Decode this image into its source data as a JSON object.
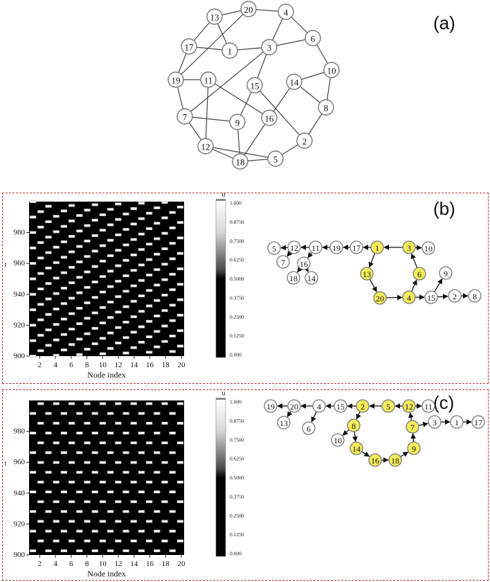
{
  "panels": {
    "a": {
      "label": "(a)"
    },
    "b": {
      "label": "(b)"
    },
    "c": {
      "label": "(c)"
    }
  },
  "colors": {
    "node_fill": "#ffffff",
    "node_stroke": "#777777",
    "highlight_fill": "#f4ec5c",
    "edge": "#444444",
    "arrow": "#111111",
    "box": "#c0302b"
  },
  "network": {
    "nodes": [
      "1",
      "2",
      "3",
      "4",
      "5",
      "6",
      "7",
      "8",
      "9",
      "10",
      "11",
      "12",
      "13",
      "14",
      "15",
      "16",
      "17",
      "18",
      "19",
      "20"
    ],
    "edges": [
      [
        "13",
        "20"
      ],
      [
        "20",
        "4"
      ],
      [
        "4",
        "6"
      ],
      [
        "6",
        "10"
      ],
      [
        "10",
        "8"
      ],
      [
        "8",
        "2"
      ],
      [
        "2",
        "5"
      ],
      [
        "5",
        "18"
      ],
      [
        "18",
        "12"
      ],
      [
        "12",
        "7"
      ],
      [
        "7",
        "19"
      ],
      [
        "19",
        "17"
      ],
      [
        "17",
        "13"
      ],
      [
        "13",
        "1"
      ],
      [
        "17",
        "1"
      ],
      [
        "20",
        "19"
      ],
      [
        "1",
        "3"
      ],
      [
        "3",
        "4"
      ],
      [
        "3",
        "6"
      ],
      [
        "3",
        "15"
      ],
      [
        "3",
        "7"
      ],
      [
        "19",
        "11"
      ],
      [
        "11",
        "12"
      ],
      [
        "11",
        "16"
      ],
      [
        "7",
        "9"
      ],
      [
        "9",
        "15"
      ],
      [
        "9",
        "18"
      ],
      [
        "15",
        "2"
      ],
      [
        "14",
        "16"
      ],
      [
        "14",
        "10"
      ],
      [
        "14",
        "8"
      ],
      [
        "16",
        "18"
      ],
      [
        "12",
        "5"
      ]
    ]
  },
  "chart_data": [
    {
      "type": "heatmap",
      "panel": "b",
      "title": "",
      "xlabel": "Node index",
      "ylabel": "t",
      "xlim": [
        1,
        20
      ],
      "ylim": [
        900,
        1000
      ],
      "xticks": [
        "2",
        "4",
        "6",
        "8",
        "10",
        "12",
        "14",
        "16",
        "18",
        "20"
      ],
      "yticks": [
        "900",
        "920",
        "940",
        "960",
        "980"
      ],
      "colorbar": {
        "label": "u",
        "ticks": [
          "1.000",
          "0.8750",
          "0.7500",
          "0.6250",
          "0.5000",
          "0.3750",
          "0.2500",
          "0.1250",
          "0.000"
        ]
      },
      "pattern": {
        "period": 10,
        "spikes_per_period": 20
      }
    },
    {
      "type": "heatmap",
      "panel": "c",
      "title": "",
      "xlabel": "Node index",
      "ylabel": "t",
      "xlim": [
        1,
        20
      ],
      "ylim": [
        900,
        1000
      ],
      "xticks": [
        "2",
        "4",
        "6",
        "8",
        "10",
        "12",
        "14",
        "16",
        "18",
        "20"
      ],
      "yticks": [
        "900",
        "920",
        "940",
        "960",
        "980"
      ],
      "colorbar": {
        "label": "u",
        "ticks": [
          "1.000",
          "0.8750",
          "0.7500",
          "0.6250",
          "0.5000",
          "0.3750",
          "0.2500",
          "0.1250",
          "0.000"
        ]
      },
      "pattern": {
        "period": 12.7,
        "spikes_per_period": 14
      }
    }
  ],
  "tree_b": {
    "cycle": [
      "1",
      "13",
      "20",
      "4",
      "6",
      "3"
    ],
    "arrows": [
      [
        "3",
        "1"
      ],
      [
        "1",
        "13"
      ],
      [
        "13",
        "20"
      ],
      [
        "20",
        "4"
      ],
      [
        "4",
        "6"
      ],
      [
        "6",
        "3"
      ],
      [
        "3",
        "10"
      ],
      [
        "4",
        "15"
      ],
      [
        "15",
        "2"
      ],
      [
        "2",
        "8"
      ],
      [
        "15",
        "9"
      ],
      [
        "1",
        "17"
      ],
      [
        "17",
        "19"
      ],
      [
        "19",
        "11"
      ],
      [
        "11",
        "12"
      ],
      [
        "12",
        "5"
      ],
      [
        "12",
        "7"
      ],
      [
        "11",
        "16"
      ],
      [
        "16",
        "18"
      ],
      [
        "16",
        "14"
      ]
    ]
  },
  "tree_c": {
    "cycle": [
      "2",
      "5",
      "12",
      "7",
      "9",
      "18",
      "16",
      "14",
      "8"
    ],
    "arrows": [
      [
        "12",
        "5"
      ],
      [
        "5",
        "2"
      ],
      [
        "2",
        "8"
      ],
      [
        "8",
        "14"
      ],
      [
        "14",
        "16"
      ],
      [
        "16",
        "18"
      ],
      [
        "18",
        "9"
      ],
      [
        "9",
        "7"
      ],
      [
        "7",
        "12"
      ],
      [
        "12",
        "11"
      ],
      [
        "7",
        "3"
      ],
      [
        "3",
        "1"
      ],
      [
        "1",
        "17"
      ],
      [
        "2",
        "15"
      ],
      [
        "15",
        "4"
      ],
      [
        "4",
        "20"
      ],
      [
        "4",
        "6"
      ],
      [
        "20",
        "19"
      ],
      [
        "20",
        "13"
      ],
      [
        "8",
        "10"
      ]
    ]
  }
}
